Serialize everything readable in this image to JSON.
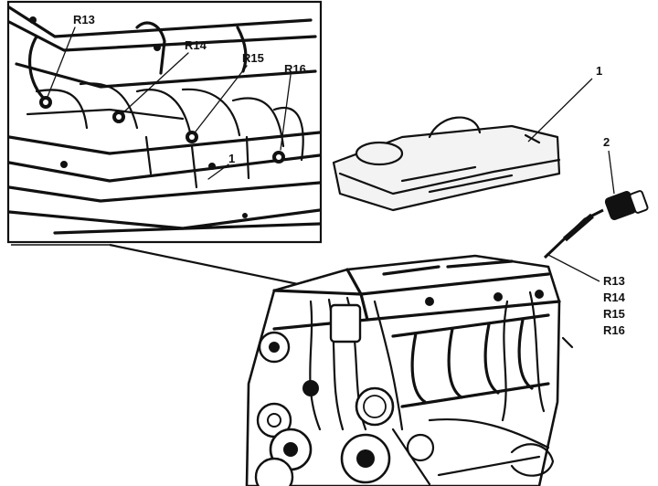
{
  "inset": {
    "labels": {
      "r13": "R13",
      "r14": "R14",
      "r15": "R15",
      "r16": "R16",
      "item1": "1"
    }
  },
  "main": {
    "labels": {
      "item1": "1",
      "item2": "2",
      "sensor_list": [
        "R13",
        "R14",
        "R15",
        "R16"
      ]
    }
  },
  "colors": {
    "ink": "#111111",
    "paper": "#ffffff"
  }
}
